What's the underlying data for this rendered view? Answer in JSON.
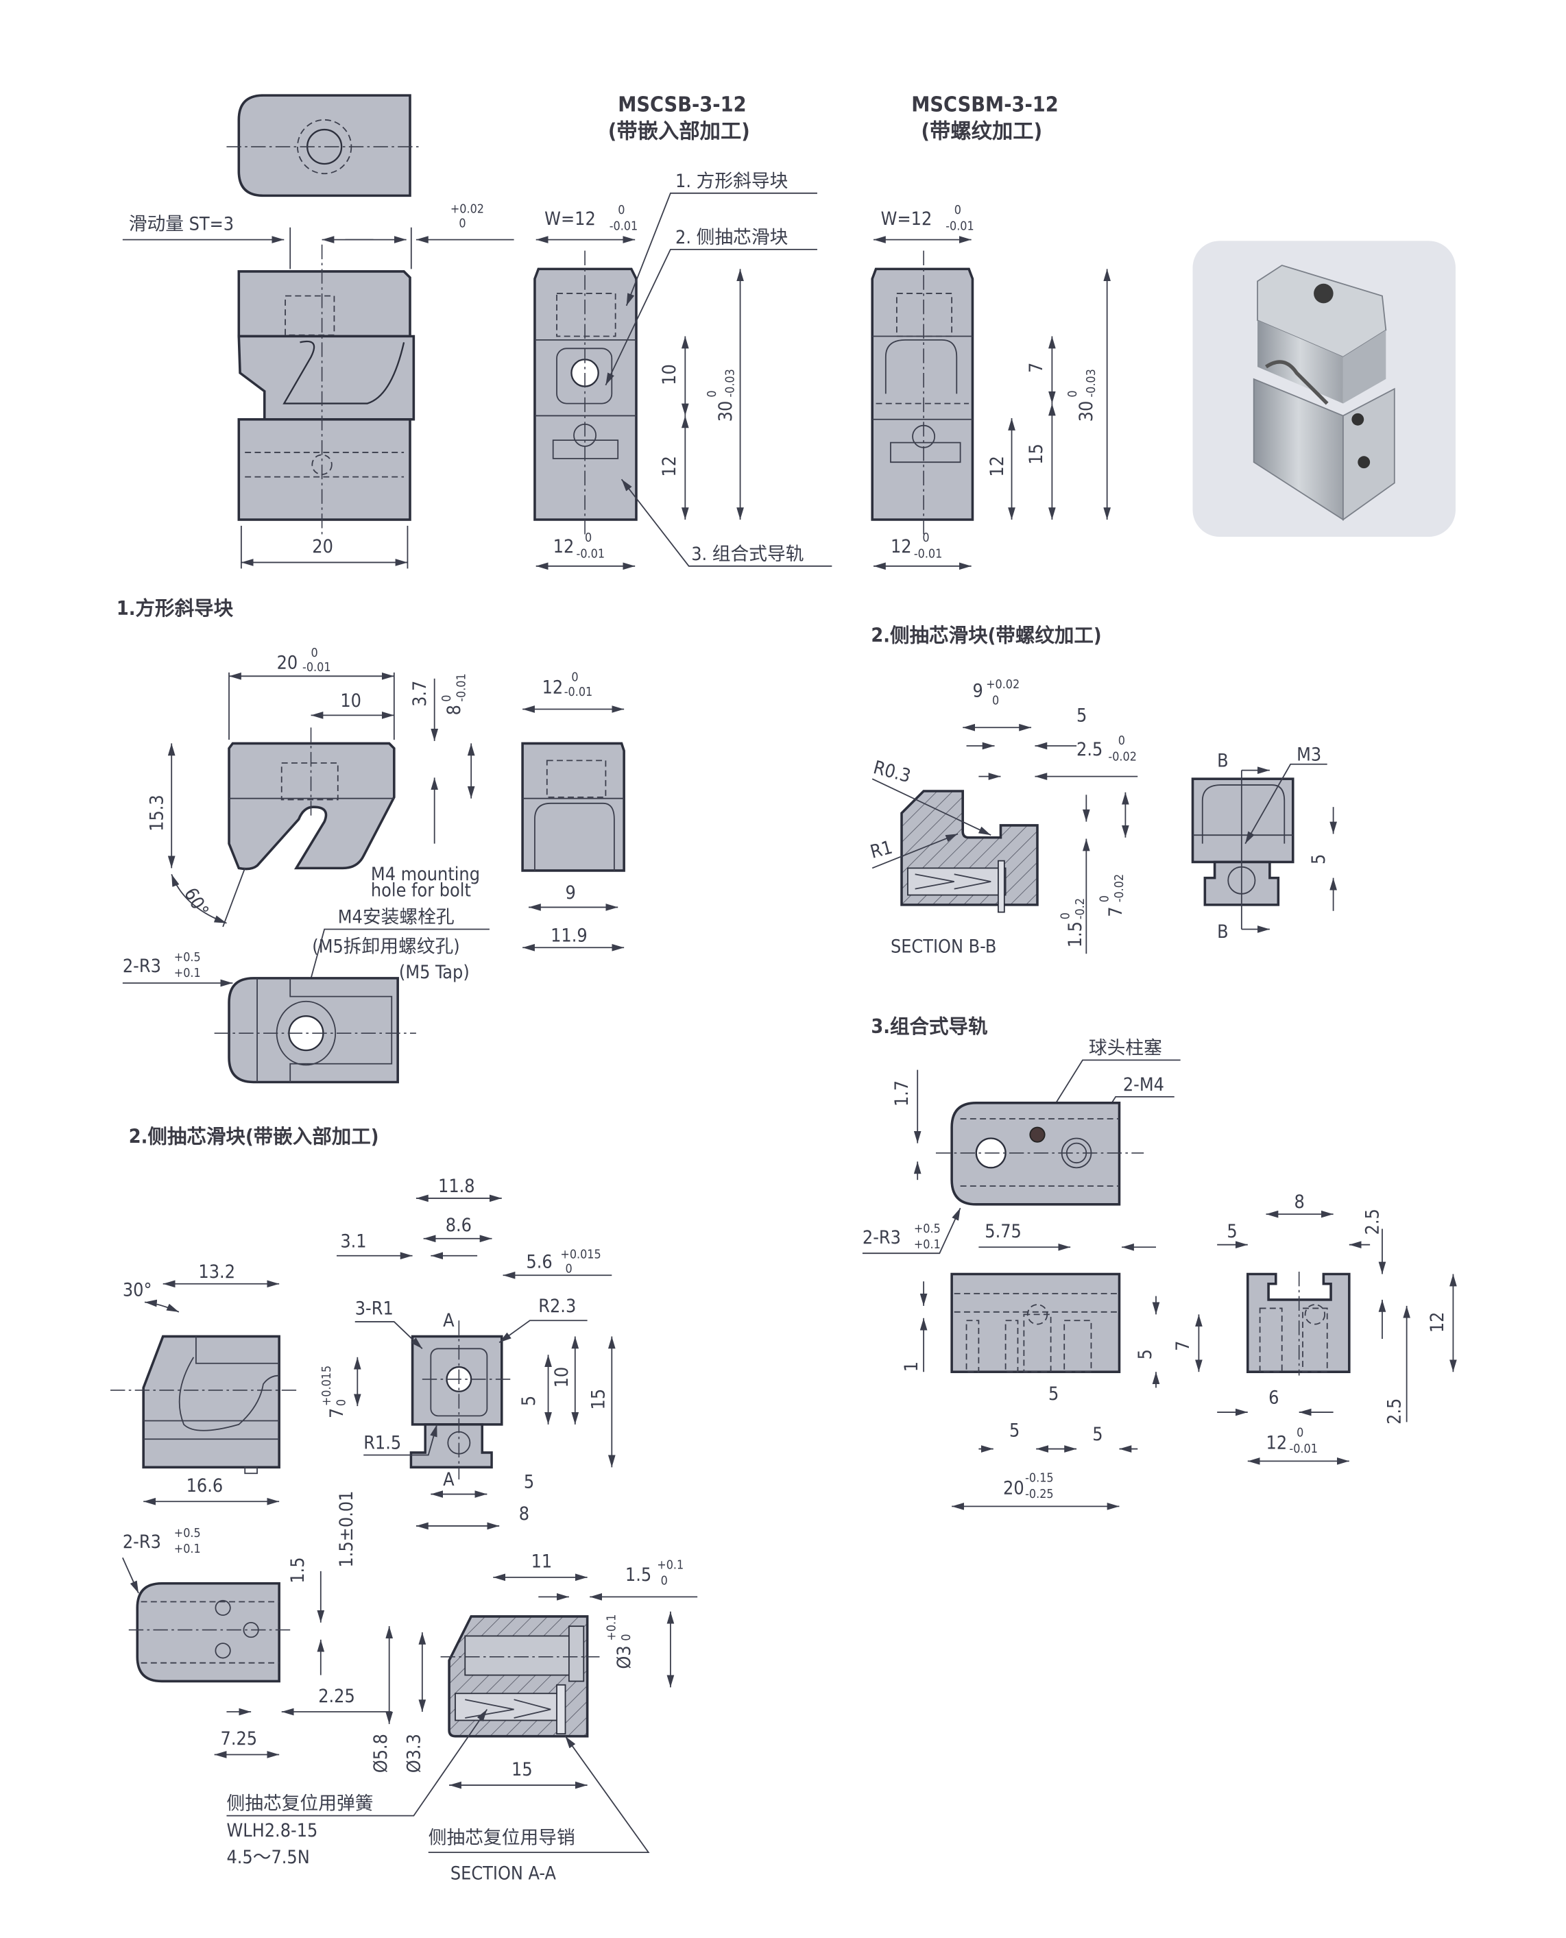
{
  "models": {
    "insert": {
      "code": "MSCSB-3-12",
      "note": "(带嵌入部加工)"
    },
    "thread": {
      "code": "MSCSBM-3-12",
      "note": "(带螺纹加工)"
    }
  },
  "assembly": {
    "stroke": "滑动量 ST=3",
    "stroke_tol_up": "+0.02",
    "stroke_tol_lo": "0",
    "width_20": "20",
    "w12": "W=12",
    "w12_up": "0",
    "w12_lo": "-0.01",
    "b12": "12",
    "b12_up": "0",
    "b12_lo": "-0.01",
    "h10": "10",
    "h12": "12",
    "h30": "30",
    "h30_up": "0",
    "h30_lo": "-0.03",
    "h7": "7",
    "h15": "15",
    "callouts": [
      "1. 方形斜导块",
      "2. 侧抽芯滑块",
      "3. 组合式导轨"
    ]
  },
  "sec1": {
    "title": "1.方形斜导块",
    "d20": "20",
    "d20_up": "0",
    "d20_lo": "-0.01",
    "d10": "10",
    "d3_7": "3.7",
    "d8": "8",
    "d8_up": "0",
    "d8_lo": "-0.01",
    "d15_3": "15.3",
    "angle": "60°",
    "d12": "12",
    "d12_up": "0",
    "d12_lo": "-0.01",
    "d9": "9",
    "d11_9": "11.9",
    "m4_en1": "M4 mounting",
    "m4_en2": "hole for bolt",
    "m4_cn": "M4安装螺栓孔",
    "m5_cn": "(M5拆卸用螺纹孔)",
    "m5_en": "(M5 Tap)",
    "r3": "2-R3",
    "r3_up": "+0.5",
    "r3_lo": "+0.1"
  },
  "sec2a": {
    "title": "2.侧抽芯滑块(带嵌入部加工)",
    "angle": "30°",
    "d13_2": "13.2",
    "d16_6": "16.6",
    "d11_8": "11.8",
    "d8_6": "8.6",
    "d3_1": "3.1",
    "d5_6": "5.6",
    "d5_6_up": "+0.015",
    "d5_6_lo": "0",
    "r1": "3-R1",
    "r2_3": "R2.3",
    "a_top": "A",
    "a_bot": "A",
    "d7": "7",
    "d7_up": "+0.015",
    "d7_lo": "0",
    "r1_5": "R1.5",
    "d5v": "5",
    "d10": "10",
    "d15": "15",
    "d5h": "5",
    "d8": "8",
    "d1_5tol": "1.5±0.01",
    "r3": "2-R3",
    "r3_up": "+0.5",
    "r3_lo": "+0.1",
    "d1_5": "1.5",
    "d2_25": "2.25",
    "d7_25": "7.25",
    "d11": "11",
    "d1_5b": "1.5",
    "d1_5b_up": "+0.1",
    "d1_5b_lo": "0",
    "phi3": "Ø3",
    "phi3_up": "+0.1",
    "phi3_lo": "0",
    "phi5_8": "Ø5.8",
    "phi3_3": "Ø3.3",
    "d15b": "15",
    "spring": "侧抽芯复位用弹簧",
    "spring_code": "WLH2.8-15",
    "spring_force": "4.5～7.5N",
    "pin": "侧抽芯复位用导销",
    "section": "SECTION A-A"
  },
  "sec2b": {
    "title": "2.侧抽芯滑块(带螺纹加工)",
    "d9": "9",
    "d9_up": "+0.02",
    "d9_lo": "0",
    "d5": "5",
    "d2_5": "2.5",
    "d2_5_up": "0",
    "d2_5_lo": "-0.02",
    "r0_3": "R0.3",
    "r1": "R1",
    "section": "SECTION B-B",
    "d1_5": "1.5",
    "d1_5_up": "0",
    "d1_5_lo": "-0.2",
    "d7": "7",
    "d7_up": "0",
    "d7_lo": "-0.02",
    "b_top": "B",
    "b_bot": "B",
    "m3": "M3",
    "d5v": "5"
  },
  "sec3": {
    "title": "3.组合式导轨",
    "plunger": "球头柱塞",
    "m4": "2-M4",
    "d1_7": "1.7",
    "r3": "2-R3",
    "r3_up": "+0.5",
    "r3_lo": "+0.1",
    "d5_75": "5.75",
    "d1": "1",
    "d5v": "5",
    "d7": "7",
    "d5a": "5",
    "d5b": "5",
    "d5c": "5",
    "d20": "20",
    "d20_up": "-0.15",
    "d20_lo": "-0.25",
    "d8": "8",
    "d5s": "5",
    "d2_5a": "2.5",
    "d12v": "12",
    "d2_5b": "2.5",
    "d6": "6",
    "d12": "12",
    "d12_up": "0",
    "d12_lo": "-0.01"
  }
}
